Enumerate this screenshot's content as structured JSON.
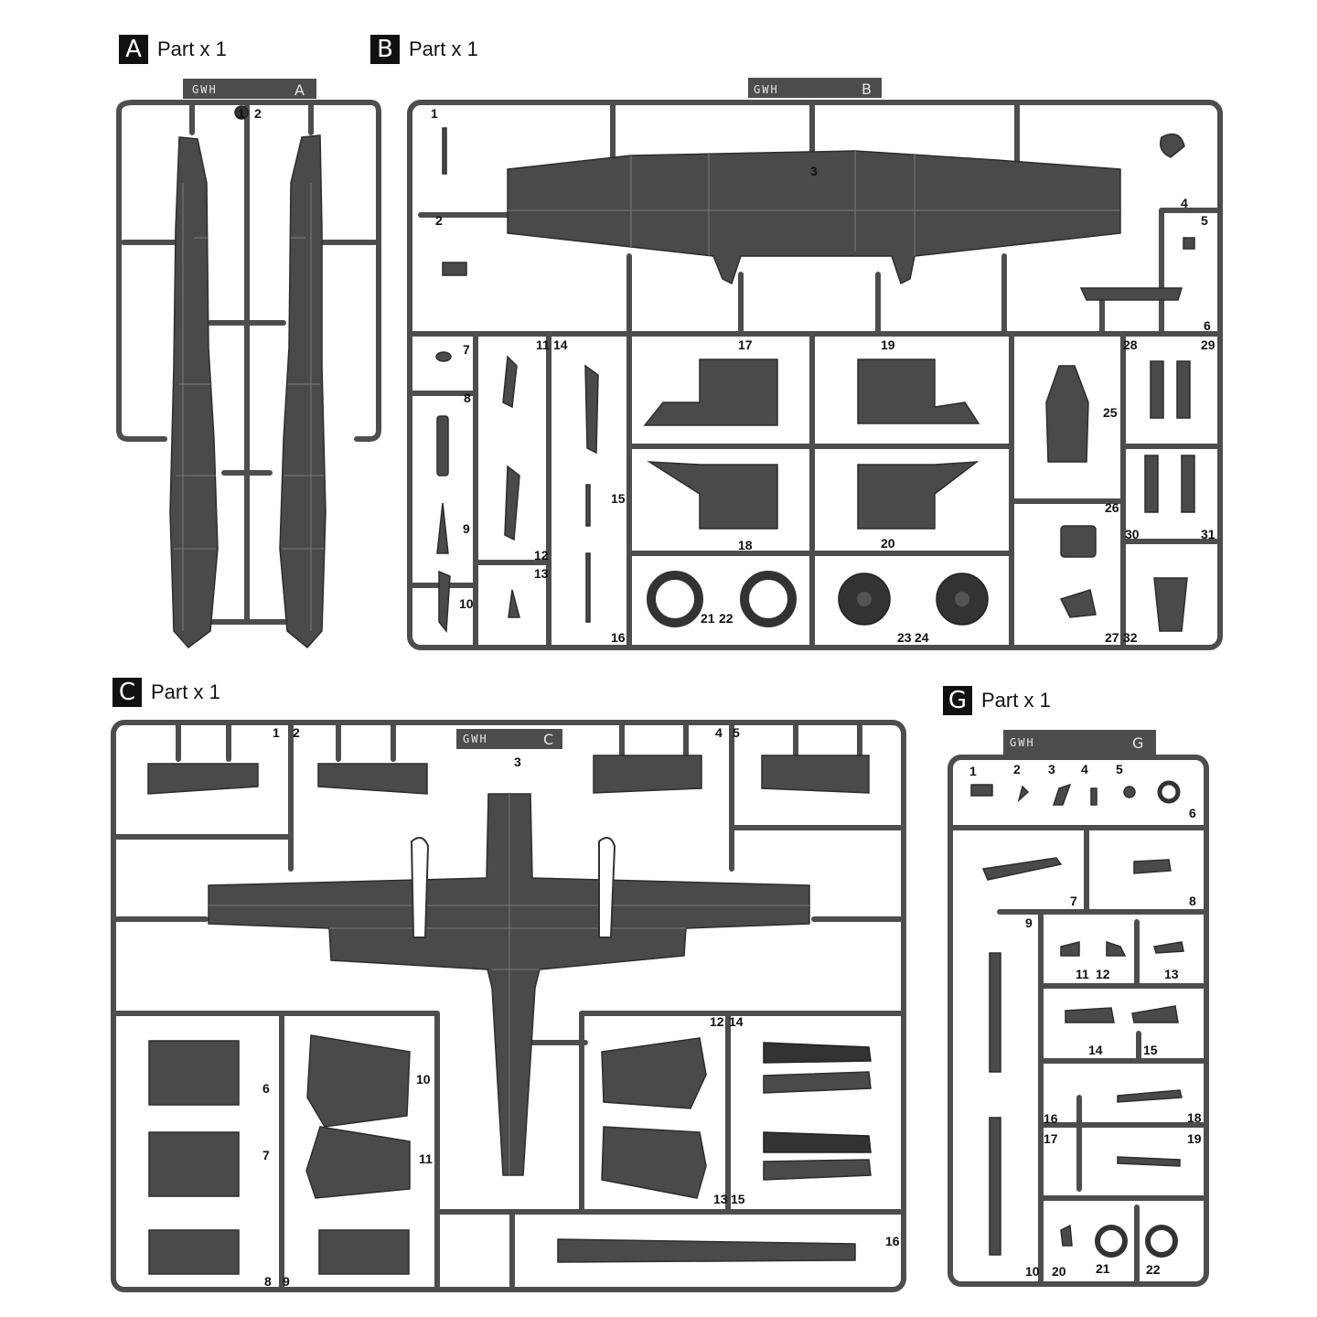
{
  "sprues": {
    "A": {
      "letter": "A",
      "qty": "Part x 1",
      "tag": "GWH",
      "tag_letter": "A",
      "parts": [
        "1",
        "2"
      ]
    },
    "B": {
      "letter": "B",
      "qty": "Part x 1",
      "tag": "GWH",
      "tag_letter": "B",
      "parts": [
        "1",
        "2",
        "3",
        "4",
        "5",
        "6",
        "7",
        "8",
        "9",
        "10",
        "11",
        "12",
        "13",
        "14",
        "15",
        "16",
        "17",
        "18",
        "19",
        "20",
        "21",
        "22",
        "23",
        "24",
        "25",
        "26",
        "27",
        "28",
        "29",
        "30",
        "31",
        "32"
      ]
    },
    "C": {
      "letter": "C",
      "qty": "Part x 1",
      "tag": "GWH",
      "tag_letter": "C",
      "parts": [
        "1",
        "2",
        "3",
        "4",
        "5",
        "6",
        "7",
        "8",
        "9",
        "10",
        "11",
        "12",
        "13",
        "14",
        "15",
        "16"
      ]
    },
    "G": {
      "letter": "G",
      "qty": "Part x 1",
      "tag": "GWH",
      "tag_letter": "G",
      "parts": [
        "1",
        "2",
        "3",
        "4",
        "5",
        "6",
        "7",
        "8",
        "9",
        "10",
        "11",
        "12",
        "13",
        "14",
        "15",
        "16",
        "17",
        "18",
        "19",
        "20",
        "21",
        "22"
      ]
    }
  },
  "colors": {
    "sprue": "#4d4d4d",
    "part": "#4a4a4a",
    "background": "#ffffff",
    "label_bg": "#111111"
  }
}
